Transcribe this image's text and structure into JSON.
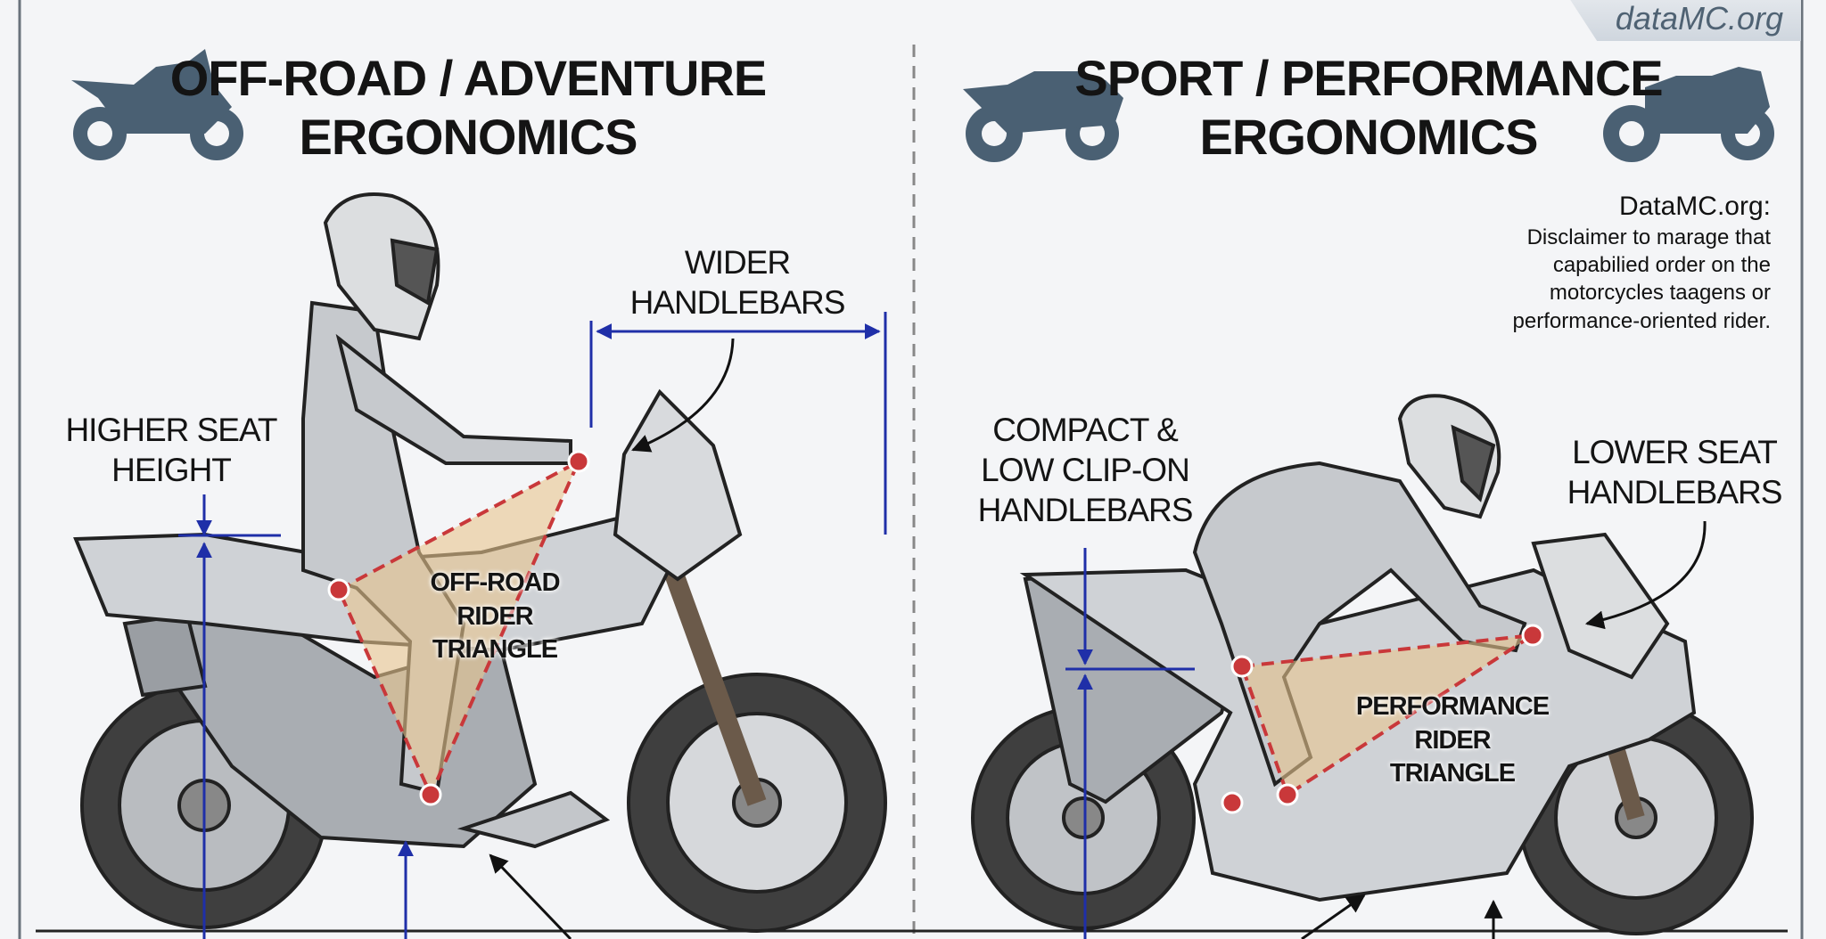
{
  "brand": {
    "site_badge": "dataMC.org"
  },
  "left_panel": {
    "title_line1": "OFF-ROAD / ADVENTURE",
    "title_line2": "ERGONOMICS",
    "labels": {
      "handlebars_1": "WIDER",
      "handlebars_2": "HANDLEBARS",
      "seat_1": "HIGHER SEAT",
      "seat_2": "HEIGHT",
      "triangle_1": "OFF-ROAD",
      "triangle_2": "RIDER",
      "triangle_3": "TRIANGLE"
    }
  },
  "right_panel": {
    "title_line1": "SPORT / PERFORMANCE",
    "title_line2": "ERGONOMICS",
    "disclaimer": {
      "heading": "DataMC.org:",
      "line1": "Disclaimer to marage that",
      "line2": "capabilied order on the",
      "line3": "motorcycles taagens or",
      "line4": "performance-oriented rider."
    },
    "labels": {
      "handlebars_1": "COMPACT &",
      "handlebars_2": "LOW CLIP-ON",
      "handlebars_3": "HANDLEBARS",
      "seat_1": "LOWER SEAT",
      "seat_2": "HANDLEBARS",
      "triangle_1": "PERFORMANCE",
      "triangle_2": "RIDER",
      "triangle_3": "TRIANGLE"
    }
  },
  "colors": {
    "icon": "#4a6073",
    "dimension_line": "#1f2fa8",
    "triangle": "#c9383a",
    "triangle_fill": "#e8c48e",
    "bike": "#cfd2d6",
    "tire": "#444444"
  }
}
